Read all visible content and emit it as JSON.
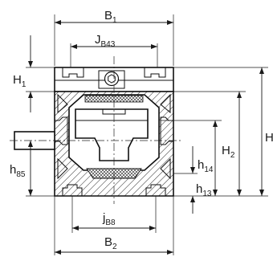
{
  "dimensions": [
    {
      "id": "B1",
      "main": "B",
      "sub": "1"
    },
    {
      "id": "JB43",
      "main": "J",
      "sub": "B43"
    },
    {
      "id": "H1",
      "main": "H",
      "sub": "1"
    },
    {
      "id": "H",
      "main": "H",
      "sub": ""
    },
    {
      "id": "H2",
      "main": "H",
      "sub": "2"
    },
    {
      "id": "h14",
      "main": "h",
      "sub": "14"
    },
    {
      "id": "h85",
      "main": "h",
      "sub": "85"
    },
    {
      "id": "h13",
      "main": "h",
      "sub": "13"
    },
    {
      "id": "jB8",
      "main": "j",
      "sub": "B8"
    },
    {
      "id": "B2",
      "main": "B",
      "sub": "2"
    }
  ]
}
